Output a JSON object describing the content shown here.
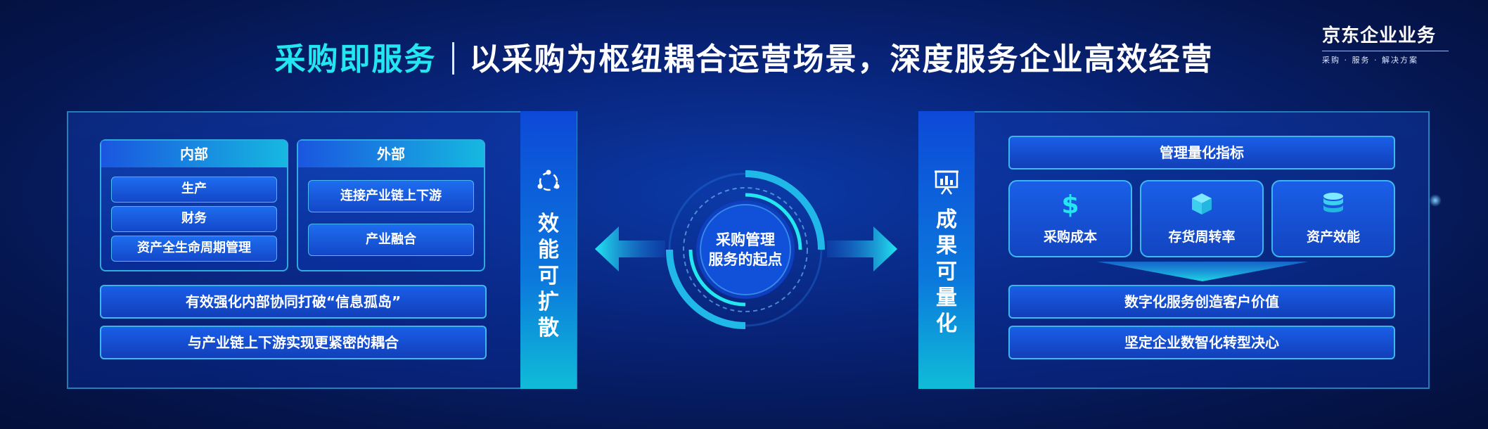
{
  "title": {
    "highlight": "采购即服务",
    "rest": "以采购为枢纽耦合运营场景，深度服务企业高效经营"
  },
  "logo": {
    "name": "京东企业业务",
    "tagline": "采购 · 服务 · 解决方案"
  },
  "left_panel": {
    "internal": {
      "header": "内部",
      "items": [
        "生产",
        "财务",
        "资产全生命周期管理"
      ]
    },
    "external": {
      "header": "外部",
      "items": [
        "连接产业链上下游",
        "产业融合"
      ]
    },
    "bars": [
      "有效强化内部协同打破“信息孤岛”",
      "与产业链上下游实现更紧密的耦合"
    ],
    "side_label": [
      "效",
      "能",
      "可",
      "扩",
      "散"
    ]
  },
  "center": {
    "line1": "采购管理",
    "line2": "服务的起点"
  },
  "right_panel": {
    "side_label": [
      "成",
      "果",
      "可",
      "量",
      "化"
    ],
    "header": "管理量化指标",
    "metrics": [
      {
        "label": "采购成本",
        "icon": "dollar-icon"
      },
      {
        "label": "存货周转率",
        "icon": "box-icon"
      },
      {
        "label": "资产效能",
        "icon": "database-icon"
      }
    ],
    "bars": [
      "数字化服务创造客户价值",
      "坚定企业数智化转型决心"
    ]
  },
  "colors": {
    "accent": "#22e6f0",
    "background": "#08247a",
    "panel_border": "#3cc8f0"
  }
}
